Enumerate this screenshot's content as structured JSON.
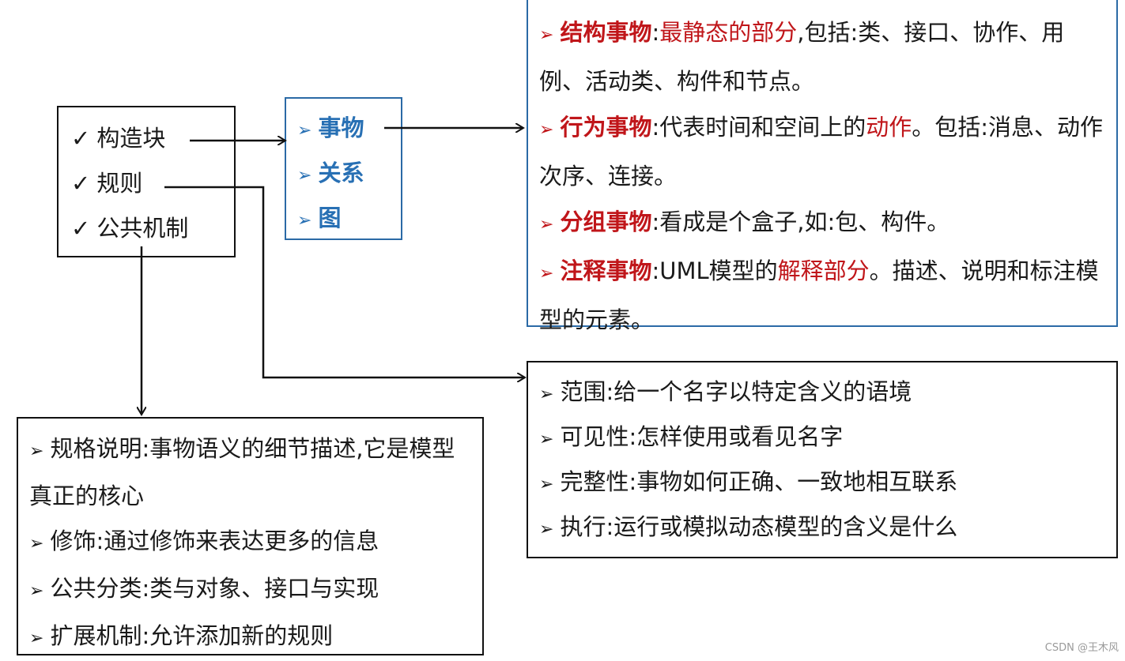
{
  "building_blocks": {
    "check_symbol": "✓",
    "items": [
      "构造块",
      "规则",
      "公共机制"
    ]
  },
  "things_panel": {
    "marker": "➢",
    "items": [
      "事物",
      "关系",
      "图"
    ]
  },
  "things_detail": {
    "marker": "➢",
    "structural": {
      "term": "结构事物",
      "colon": ":",
      "highlight": "最静态的部分",
      "rest": ",包括:类、接口、协作、用例、活动类、构件和节点。"
    },
    "behavioral": {
      "term": "行为事物",
      "colon": ":",
      "before": "代表时间和空间上的",
      "highlight": "动作",
      "rest": "。包括:消息、动作次序、连接。"
    },
    "grouping": {
      "term": "分组事物",
      "colon": ":",
      "rest": "看成是个盒子,如:包、构件。"
    },
    "annotational": {
      "term": "注释事物",
      "colon": ":",
      "before": "UML模型的",
      "highlight": "解释部分",
      "rest": "。描述、说明和标注模型的元素。"
    }
  },
  "rules_panel": {
    "marker": "➢",
    "items": [
      "范围:给一个名字以特定含义的语境",
      "可见性:怎样使用或看见名字",
      "完整性:事物如何正确、一致地相互联系",
      "执行:运行或模拟动态模型的含义是什么"
    ]
  },
  "mechanisms_panel": {
    "marker": "➢",
    "items": [
      "规格说明:事物语义的细节描述,它是模型真正的核心",
      "修饰:通过修饰来表达更多的信息",
      "公共分类:类与对象、接口与实现",
      "扩展机制:允许添加新的规则"
    ]
  },
  "colors": {
    "term_red": "#c0161a",
    "panel_blue": "#2b6aa6",
    "text_blue": "#2870b4"
  },
  "watermark": "CSDN @王木风"
}
